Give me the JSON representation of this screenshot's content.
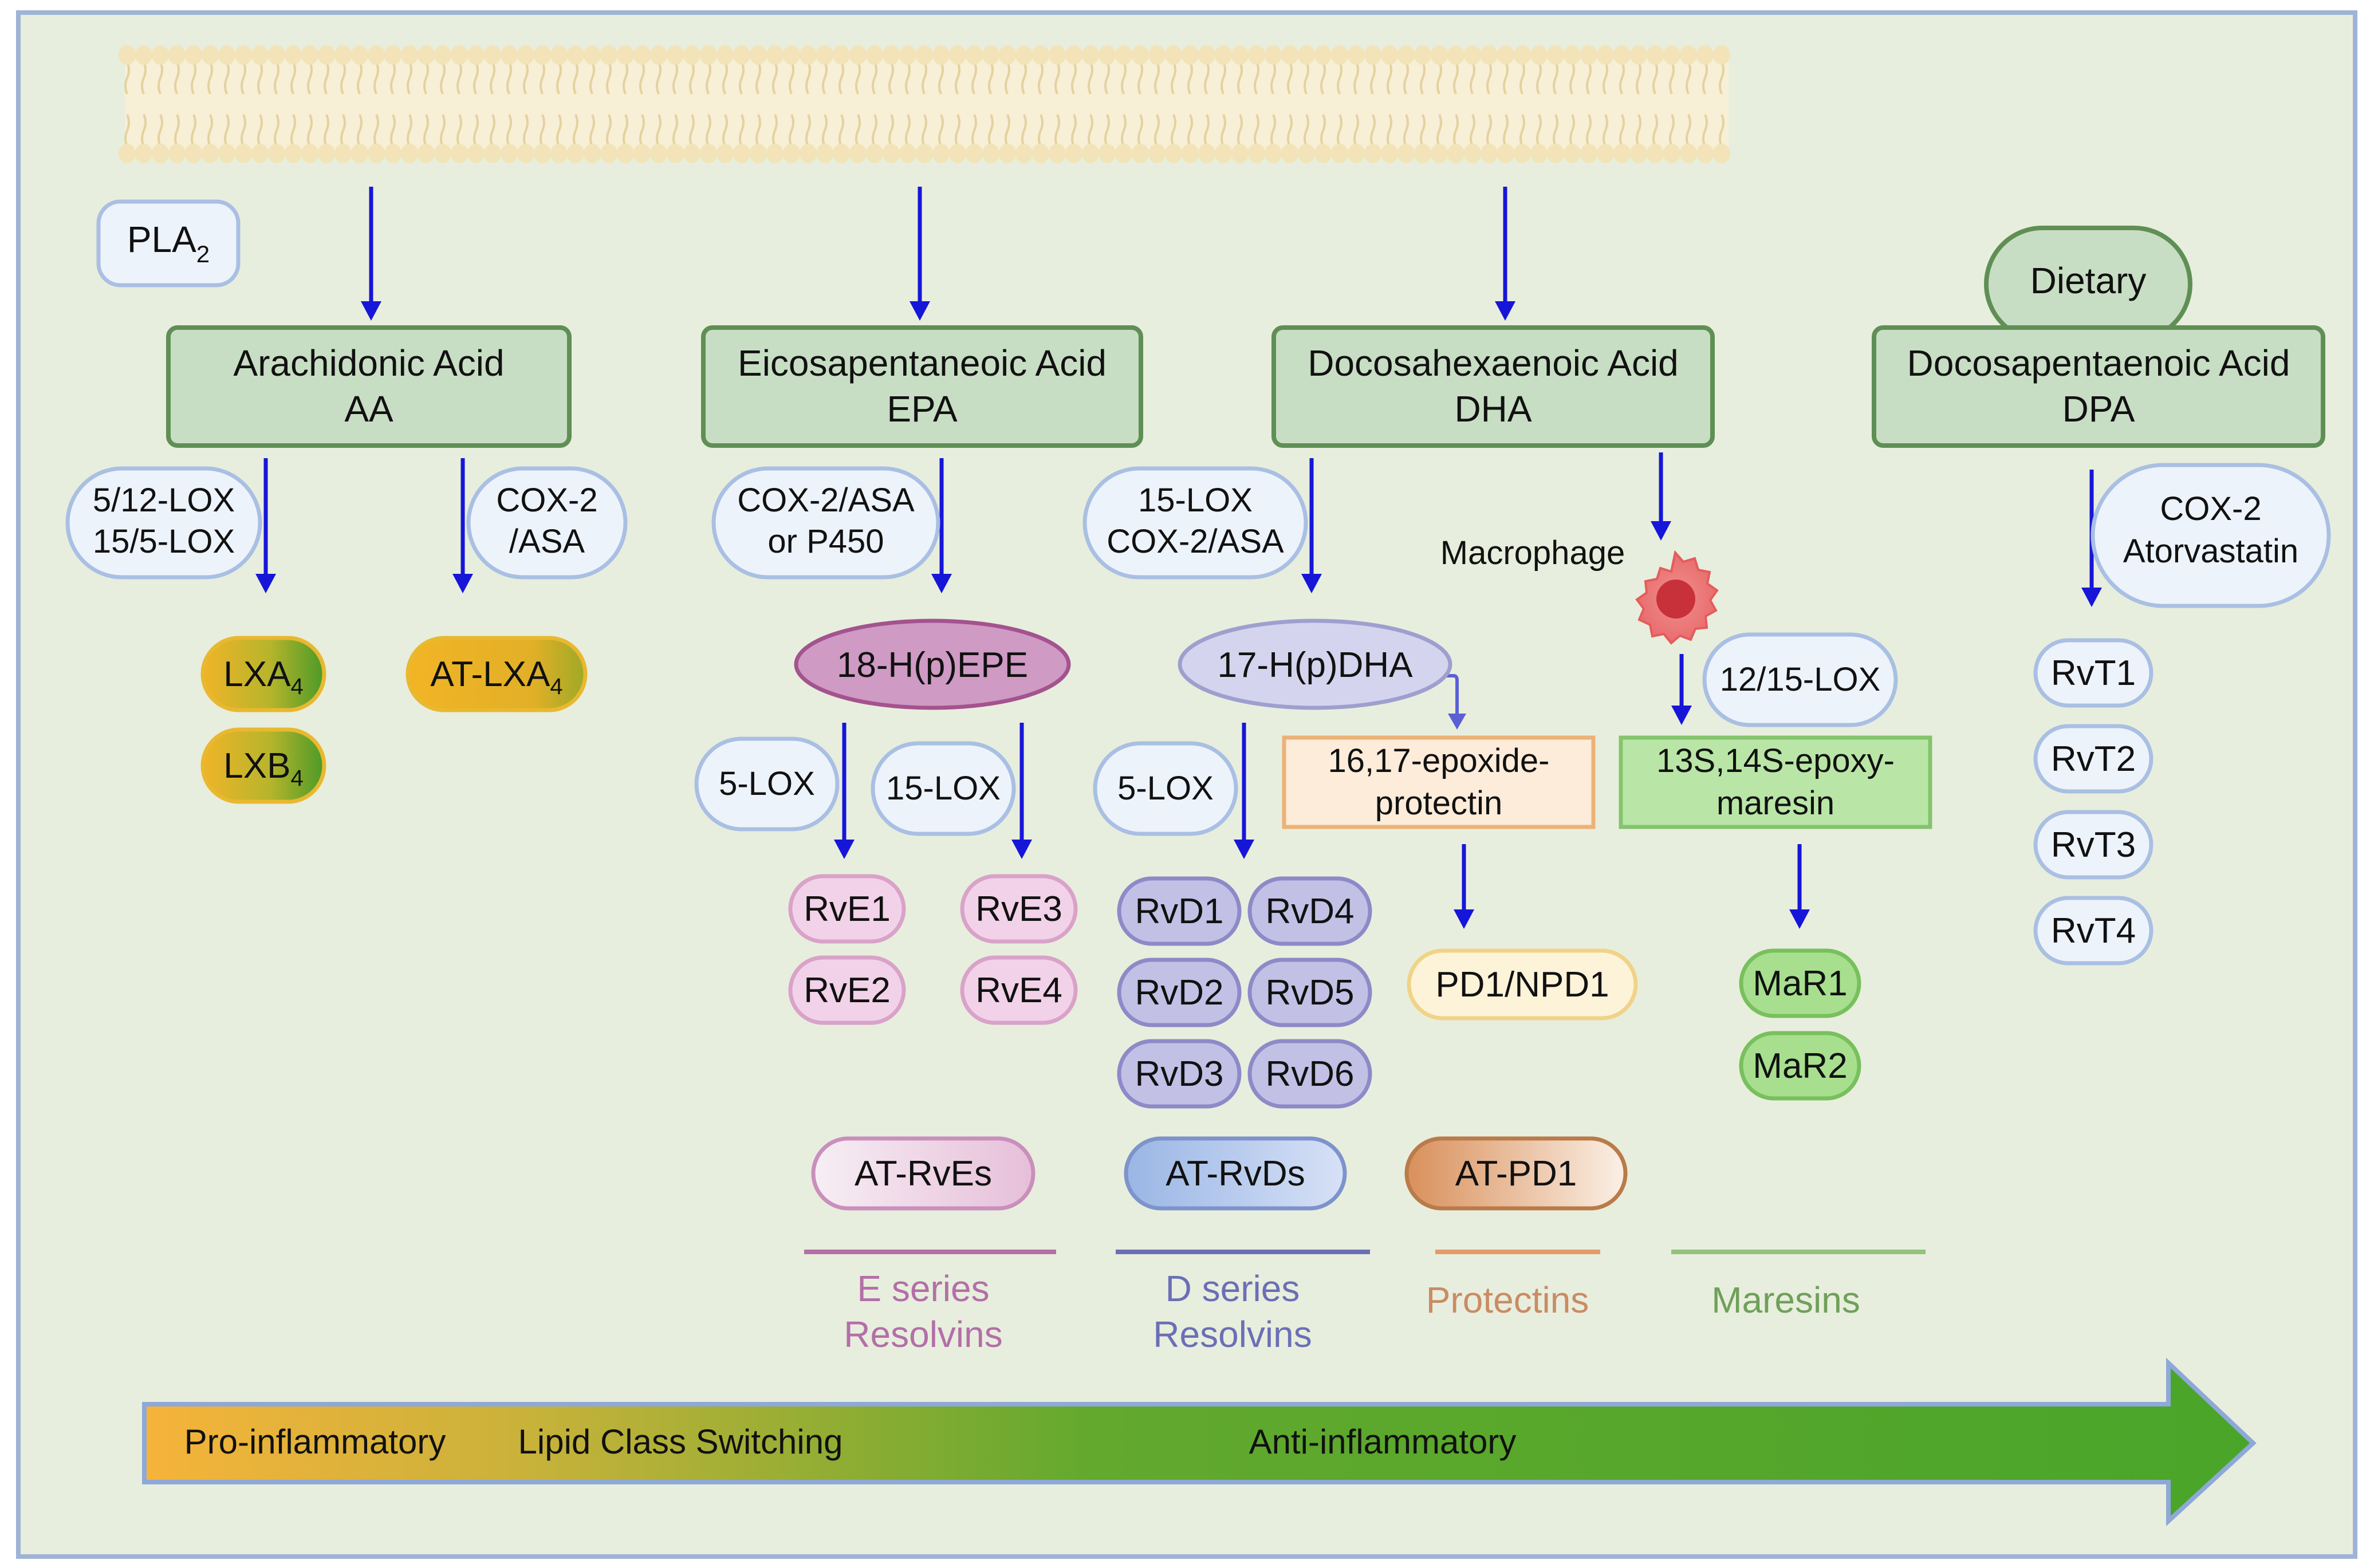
{
  "colors": {
    "background": "#e8eedd",
    "frame": "#9fb3d6",
    "arrow": "#1616d8",
    "membrane": "#f2e3b9",
    "acid_box_fill": "#c8dec4",
    "acid_box_stroke": "#5f8f55",
    "enzyme_fill": "#edf3fb",
    "enzyme_stroke": "#a9bfe3",
    "e_series": "#b36fa8",
    "d_series": "#6b6fb6",
    "protectins": "#c98c64",
    "maresins": "#6fa05a",
    "gradient_start": "#f6b33a",
    "gradient_end": "#4aa52a"
  },
  "pla2": {
    "main": "PLA",
    "sub": "2"
  },
  "acids": [
    {
      "name": "Arachidonic Acid",
      "abbr": "AA"
    },
    {
      "name": "Eicosapentaneoic Acid",
      "abbr": "EPA"
    },
    {
      "name": "Docosahexaenoic Acid",
      "abbr": "DHA"
    },
    {
      "name": "Docosapentaenoic Acid",
      "abbr": "DPA"
    }
  ],
  "dietary": "Dietary",
  "enzymes": {
    "lox_5_12": [
      "5/12-LOX",
      "15/5-LOX"
    ],
    "cox2_asa_aa": [
      "COX-2",
      "/ASA"
    ],
    "cox2_asa_p450": [
      "COX-2/ASA",
      "or P450"
    ],
    "lox15_cox2": [
      "15-LOX",
      "COX-2/ASA"
    ],
    "cox2_atorva": [
      "COX-2",
      "Atorvastatin"
    ],
    "epe_5lox": "5-LOX",
    "epe_15lox": "15-LOX",
    "dha_5lox": "5-LOX",
    "lox_12_15": "12/15-LOX"
  },
  "macrophage": "Macrophage",
  "lipoxins": {
    "lxa4": {
      "main": "LXA",
      "sub": "4"
    },
    "lxb4": {
      "main": "LXB",
      "sub": "4"
    },
    "at_lxa4": {
      "main": "AT-LXA",
      "sub": "4"
    }
  },
  "intermediates": {
    "epe": "18-H(p)EPE",
    "dha": "17-H(p)DHA",
    "epoxide_protectin": [
      "16,17-epoxide-",
      "protectin"
    ],
    "epoxy_maresin": [
      "13S,14S-epoxy-",
      "maresin"
    ]
  },
  "rve": [
    "RvE1",
    "RvE2",
    "RvE3",
    "RvE4"
  ],
  "rvd": [
    "RvD1",
    "RvD2",
    "RvD3",
    "RvD4",
    "RvD5",
    "RvD6"
  ],
  "pd1": "PD1/NPD1",
  "mar": [
    "MaR1",
    "MaR2"
  ],
  "rvt": [
    "RvT1",
    "RvT2",
    "RvT3",
    "RvT4"
  ],
  "aspirin_triggered": {
    "rves": "AT-RvEs",
    "rvds": "AT-RvDs",
    "pd1": "AT-PD1"
  },
  "classes": {
    "e_series": [
      "E series",
      "Resolvins"
    ],
    "d_series": [
      "D series",
      "Resolvins"
    ],
    "protectins": "Protectins",
    "maresins": "Maresins"
  },
  "gradient_arrow": {
    "pro": "Pro-inflammatory",
    "switch": "Lipid Class Switching",
    "anti": "Anti-inflammatory"
  }
}
